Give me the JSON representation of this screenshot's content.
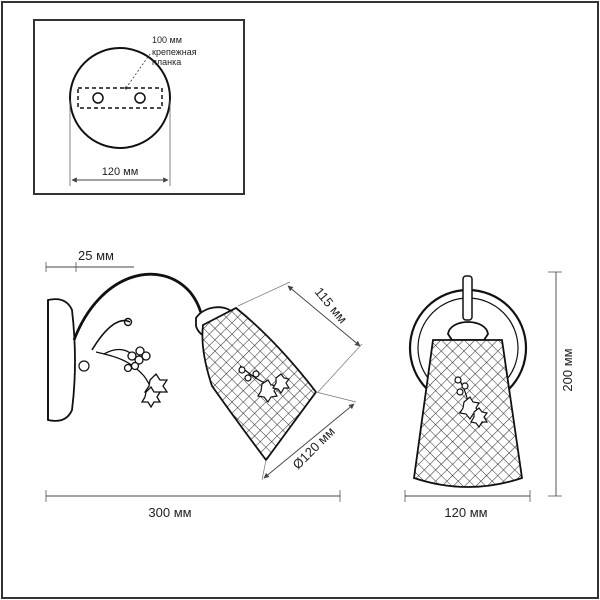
{
  "mount_plate": {
    "bar_width": "100 мм",
    "bar_label_line1": "крепежная",
    "bar_label_line2": "планка",
    "diameter": "120 мм"
  },
  "side_view": {
    "arm_offset": "25 мм",
    "shade_height": "115 мм",
    "shade_diameter": "Ø120 мм",
    "total_length": "300 мм"
  },
  "front_view": {
    "height": "200 мм",
    "width": "120 мм"
  }
}
